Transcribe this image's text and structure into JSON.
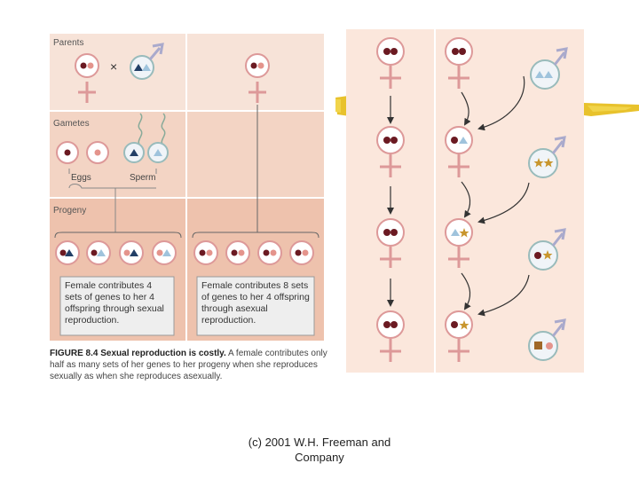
{
  "figure": {
    "section_labels": {
      "parents": "Parents",
      "gametes": "Gametes",
      "progeny": "Progeny"
    },
    "gamete_labels": {
      "eggs": "Eggs",
      "sperm": "Sperm"
    },
    "cross_symbol": "×",
    "box_sexual": "Female contributes 4 sets of genes to her 4 offspring through sexual reproduction.",
    "box_asexual": "Female contributes 8 sets of genes to her 4 offspring through asexual reproduction.",
    "caption_number": "FIGURE 8.4",
    "caption_title": "Sexual reproduction is costly.",
    "caption_text": "A female contributes only half as many sets of her genes to her progeny when she reproduces sexually as when she reproduces asexually."
  },
  "footer": {
    "credit_line1": "(c) 2001 W.H. Freeman and",
    "credit_line2": "Company"
  },
  "colors": {
    "panel_top": "#f7e3d8",
    "panel_mid": "#f3d4c4",
    "panel_bottom": "#eec2ad",
    "right_panel": "#fbe7dc",
    "maroon": "#6b1a22",
    "pink": "#e4948c",
    "navy": "#223f66",
    "light_blue": "#9fc3dc",
    "gold_star": "#c8962e",
    "brown_square": "#a06828",
    "gold_bar": "#e8c22c",
    "text_box": "#eeeeee"
  }
}
